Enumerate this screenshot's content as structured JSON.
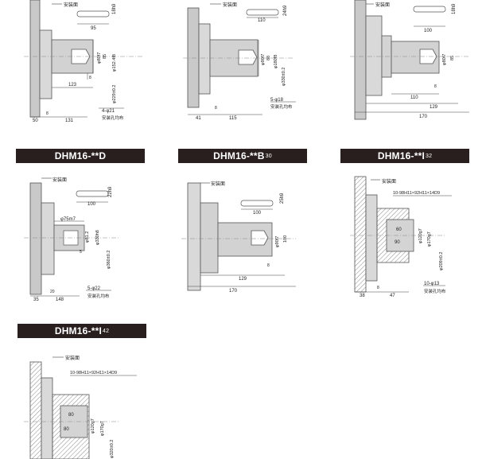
{
  "headers": [
    {
      "model": "DHM16-**D",
      "sub": ""
    },
    {
      "model": "DHM16-**B",
      "sub": "30"
    },
    {
      "model": "DHM16-**I",
      "sub": "32"
    },
    {
      "model": "DHM16-**I",
      "sub": "42"
    }
  ],
  "labels": {
    "mount_face": "安装面",
    "mount_holes": "安装孔均布",
    "spline_spec": "10-98H11×92H11×14D9"
  },
  "top_left": {
    "d1": "95",
    "d2": "18h9",
    "d3": "φ80f7",
    "d4": "85",
    "d5": "φ152.4f8",
    "d6": "φ229±0.2",
    "d7": "123",
    "d8": "4-φ21",
    "d9": "8",
    "d10": "50",
    "d11": "131",
    "d12": "8"
  },
  "top_mid": {
    "d1": "110",
    "d2": "24h9",
    "d3": "φ90f7",
    "d4": "88",
    "d5": "φ180f8",
    "d6": "φ330±0.2",
    "d7": "5-φ18",
    "d8": "8",
    "d9": "41",
    "d10": "115"
  },
  "top_right": {
    "d1": "18h9",
    "d2": "100",
    "d3": "φ80f7",
    "d4": "85",
    "d5": "8",
    "d6": "110",
    "d7": "129",
    "d8": "170"
  },
  "d_block": {
    "d1": "22h9",
    "d2": "100",
    "d3": "φ75m7",
    "d4": "φ81.2",
    "d5": "5",
    "d6": "φ330h8",
    "d7": "φ360±0.2",
    "d8": "20",
    "d9": "5-φ22",
    "d10": "35",
    "d11": "148"
  },
  "b_block": {
    "d1": "25h9",
    "d2": "100",
    "d3": "φ90f7",
    "d4": "100",
    "d5": "8",
    "d6": "129",
    "d7": "170"
  },
  "i32_block": {
    "d1": "60",
    "d2": "90",
    "d3": "φ120g7",
    "d4": "φ170g7",
    "d5": "φ209±0.2",
    "d6": "10-φ13",
    "d7": "8",
    "d8": "38",
    "d9": "47"
  },
  "i42_block": {
    "d1": "80",
    "d2": "80",
    "d3": "φ120g7",
    "d4": "φ170g7",
    "d5": "φ320±0.2"
  }
}
